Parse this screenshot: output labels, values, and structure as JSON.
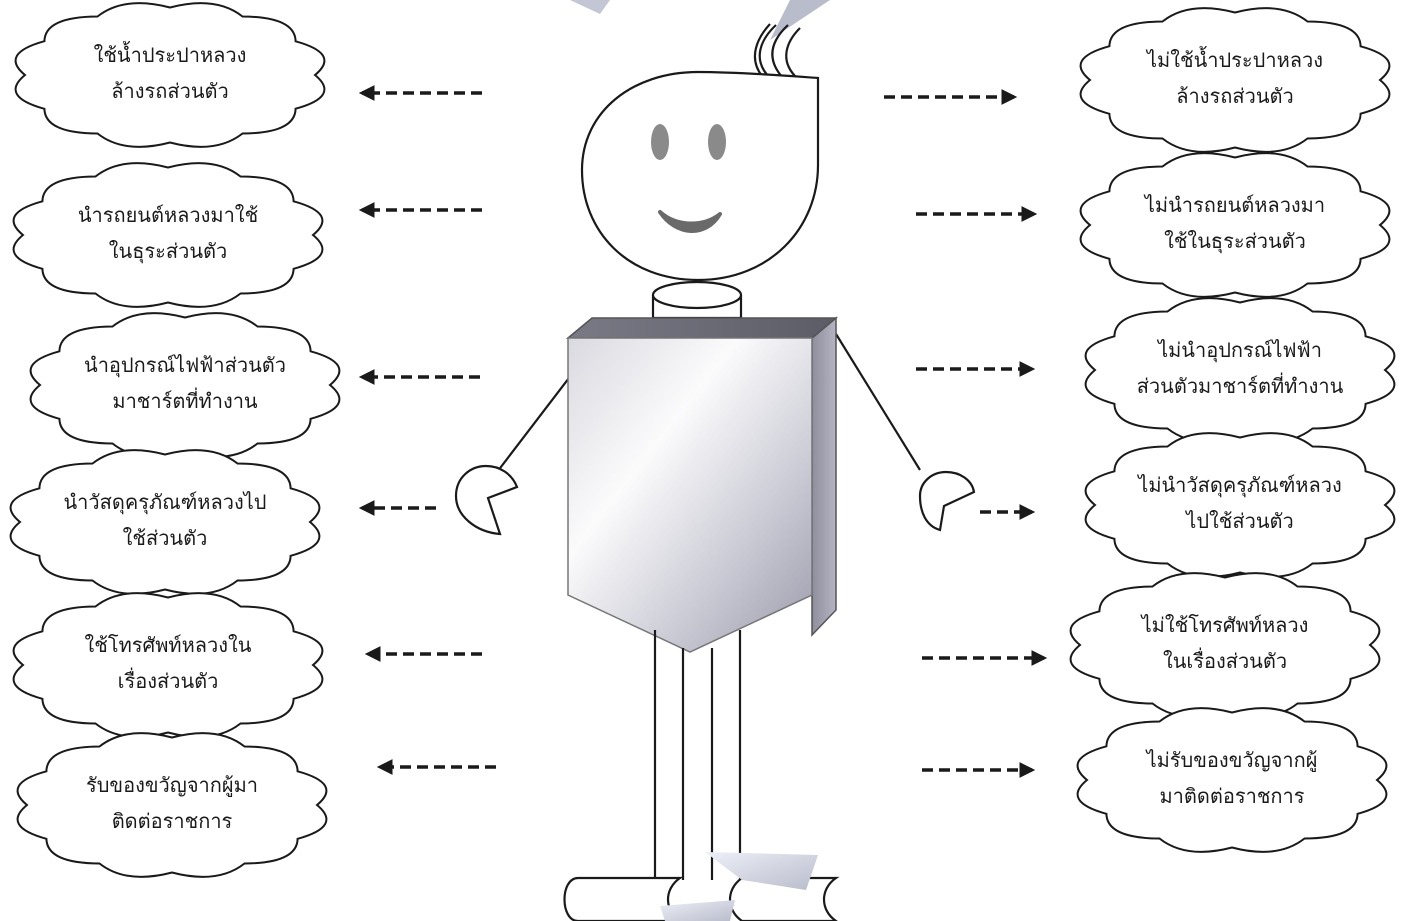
{
  "left_clouds": [
    {
      "line1": "ใช้น้ำประปาหลวง",
      "line2": "ล้างรถส่วนตัว"
    },
    {
      "line1": "นำรถยนต์หลวงมาใช้",
      "line2": "ในธุระส่วนตัว"
    },
    {
      "line1": "นำอุปกรณ์ไฟฟ้าส่วนตัว",
      "line2": "มาชาร์ตที่ทำงาน"
    },
    {
      "line1": "นำวัสดุครุภัณฑ์หลวงไป",
      "line2": "ใช้ส่วนตัว"
    },
    {
      "line1": "ใช้โทรศัพท์หลวงใน",
      "line2": "เรื่องส่วนตัว"
    },
    {
      "line1": "รับของขวัญจากผู้มา",
      "line2": "ติดต่อราชการ"
    }
  ],
  "right_clouds": [
    {
      "line1": "ไม่ใช้น้ำประปาหลวง",
      "line2": "ล้างรถส่วนตัว"
    },
    {
      "line1": "ไม่นำรถยนต์หลวงมา",
      "line2": "ใช้ในธุระส่วนตัว"
    },
    {
      "line1": "ไม่นำอุปกรณ์ไฟฟ้า",
      "line2": "ส่วนตัวมาชาร์ตที่ทำงาน"
    },
    {
      "line1": "ไม่นำวัสดุครุภัณฑ์หลวง",
      "line2": "ไปใช้ส่วนตัว"
    },
    {
      "line1": "ไม่ใช้โทรศัพท์หลวง",
      "line2": "ในเรื่องส่วนตัว"
    },
    {
      "line1": "ไม่รับของขวัญจากผู้",
      "line2": "มาติดต่อราชการ"
    }
  ],
  "colors": {
    "stroke": "#1a1a1a",
    "body_light": "#f2f2f4",
    "body_shadow": "#a8a8b6",
    "body_top": "#6e6e78",
    "eye": "#8a8a8a",
    "smile": "#6a6a6a"
  }
}
